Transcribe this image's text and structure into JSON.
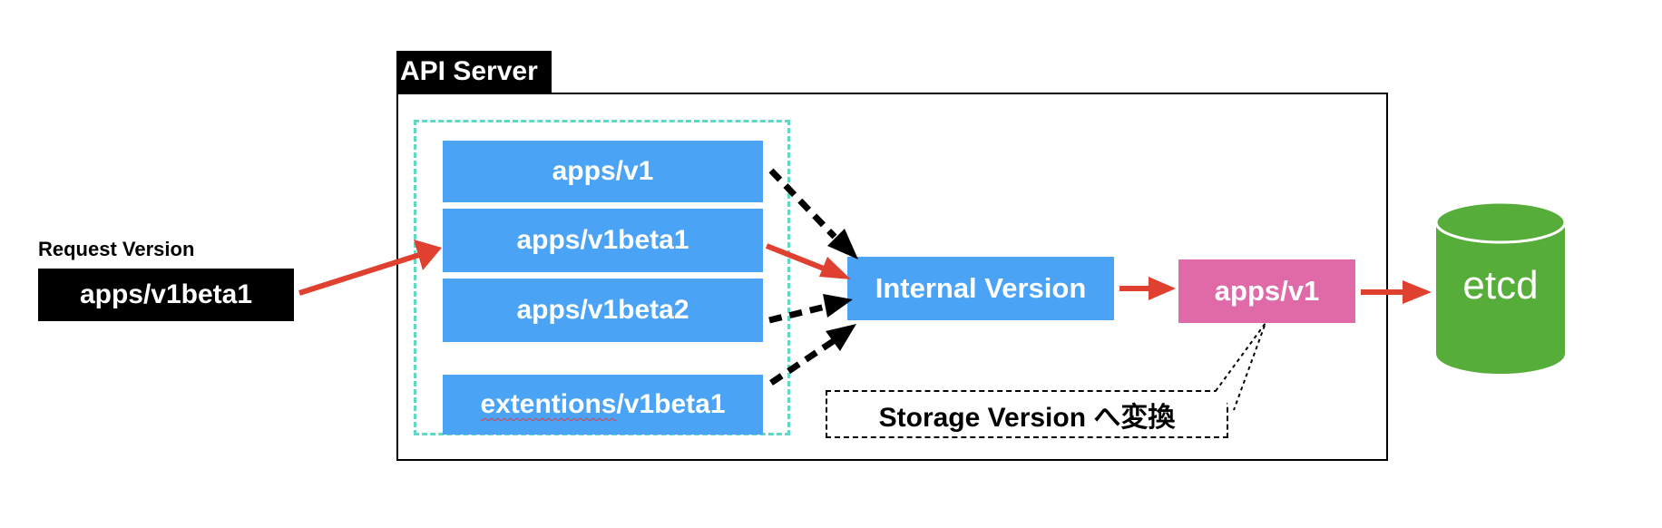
{
  "request": {
    "heading": "Request Version",
    "value": "apps/v1beta1"
  },
  "api_server": {
    "title": "API Server"
  },
  "versions": [
    "apps/v1",
    "apps/v1beta1",
    "apps/v1beta2"
  ],
  "extensions_version": {
    "prefix": "extentions",
    "suffix": "/v1beta1"
  },
  "internal_version": "Internal Version",
  "storage_version": "apps/v1",
  "storage_note": "Storage Version へ変換",
  "etcd": "etcd",
  "colors": {
    "version_box": "#4aa3f5",
    "storage_box": "#e06aa8",
    "etcd": "#57ad3a",
    "arrow_red": "#e04030",
    "group_border": "#5fd8c4"
  }
}
